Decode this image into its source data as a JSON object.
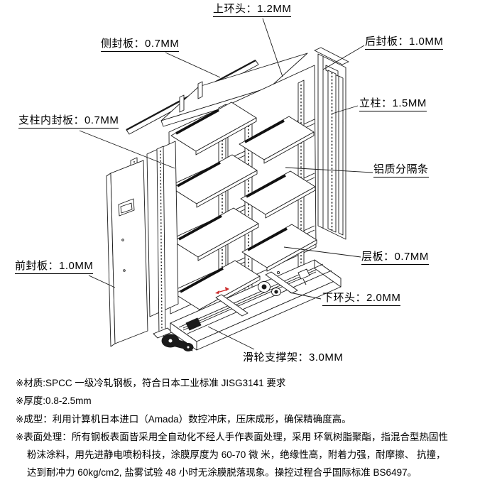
{
  "canvas": {
    "background": "#ffffff",
    "line_color": "#1a1a1a",
    "accent_red": "#cc2a2a"
  },
  "labels": [
    {
      "id": "top-ring",
      "text": "上环头：1.2MM",
      "underline": true
    },
    {
      "id": "side-seal",
      "text": "侧封板：0.7MM",
      "underline": true
    },
    {
      "id": "rear-seal",
      "text": "后封板：1.0MM",
      "underline": true
    },
    {
      "id": "column",
      "text": "立柱：1.5MM",
      "underline": true
    },
    {
      "id": "inner-seal",
      "text": "支柱内封板：0.7MM",
      "underline": true
    },
    {
      "id": "divider",
      "text": "铝质分隔条",
      "underline": true
    },
    {
      "id": "front-seal",
      "text": "前封板：1.0MM",
      "underline": true
    },
    {
      "id": "shelf",
      "text": "层板：0.7MM",
      "underline": true
    },
    {
      "id": "bottom-ring",
      "text": "下环头：2.0MM",
      "underline": true
    },
    {
      "id": "roller",
      "text": "滑轮支撑架：3.0MM",
      "underline": false
    }
  ],
  "specs": {
    "lines": [
      "※材质:SPCC 一级冷轧钢板，符合日本工业标准 JISG3141 要求",
      "※厚度:0.8-2.5mm",
      "※成型：利用计算机日本进口（Amada）数控冲床，压床成形，确保精确度高。",
      "※表面处理：所有钢板表面皆采用全自动化不经人手作表面处理，采用 环氧树脂聚酯，指混合型热固性",
      "粉沫涂料，用先进静电喷粉科技，涂膜厚度为 60-70 微 米，绝缘性高，附着力强，耐摩擦、 抗撞，",
      "达到耐冲力 60kg/cm2, 盐雾试验 48 小时无涂膜脱落现象。操控过程合乎国际标准 BS6497。"
    ]
  }
}
